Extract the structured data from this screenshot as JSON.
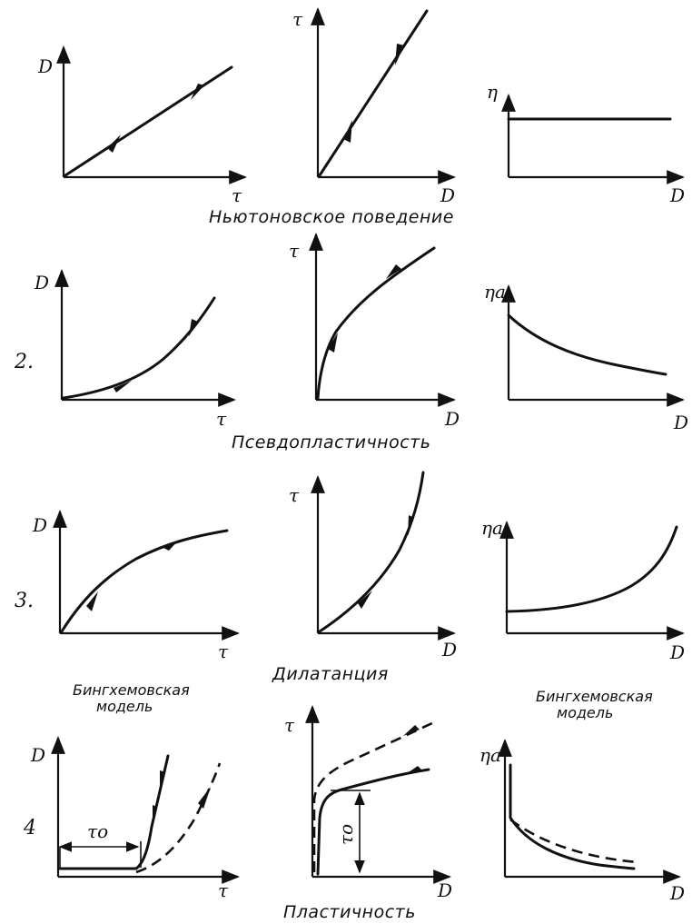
{
  "rows": [
    {
      "number": "",
      "caption": "Ньютоновское поведение",
      "labels": {
        "p1_y": "D",
        "p1_x": "τ",
        "p2_y": "τ",
        "p2_x": "D",
        "p3_y": "η",
        "p3_x": "D"
      }
    },
    {
      "number": "2.",
      "caption": "Псевдопластичность",
      "labels": {
        "p1_y": "D",
        "p1_x": "τ",
        "p2_y": "τ",
        "p2_x": "D",
        "p3_y": "ηa",
        "p3_x": "D"
      }
    },
    {
      "number": "3.",
      "caption": "Дилатанция",
      "labels": {
        "p1_y": "D",
        "p1_x": "τ",
        "p2_y": "τ",
        "p2_x": "D",
        "p3_y": "ηa",
        "p3_x": "D"
      }
    },
    {
      "number": "4",
      "caption": "Пластичность",
      "labels": {
        "p1_y": "D",
        "p1_x": "τ",
        "p2_y": "τ",
        "p2_x": "D",
        "p3_y": "ηa",
        "p3_x": "D"
      },
      "note_left": [
        "Бингхемовская",
        "модель"
      ],
      "note_right": [
        "Бингхемовская",
        "модель"
      ],
      "yield_label": "τo"
    }
  ]
}
